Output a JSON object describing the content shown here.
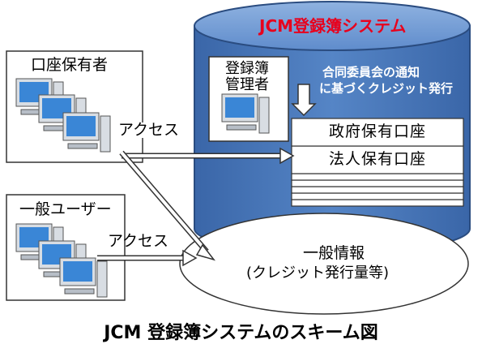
{
  "system": {
    "title": "JCM登録簿システム",
    "title_color": "#e8001c",
    "cylinder_color": "#4a78b8",
    "cylinder_top_color": "#6e98d0"
  },
  "manager": {
    "label_line1": "登録簿",
    "label_line2": "管理者"
  },
  "notice": {
    "line1": "合同委員会の通知",
    "line2": "に基づくクレジット発行"
  },
  "accounts": [
    {
      "label": "政府保有口座"
    },
    {
      "label": "法人保有口座"
    }
  ],
  "account_holders": {
    "label": "口座保有者"
  },
  "general_users": {
    "label": "一般ユーザー"
  },
  "access_label_1": "アクセス",
  "access_label_2": "アクセス",
  "public_info": {
    "line1": "一般情報",
    "line2": "(クレジット発行量等)"
  },
  "caption": "JCM 登録簿システムのスキーム図",
  "icons": {
    "computer": "desktop-computer-icon"
  }
}
